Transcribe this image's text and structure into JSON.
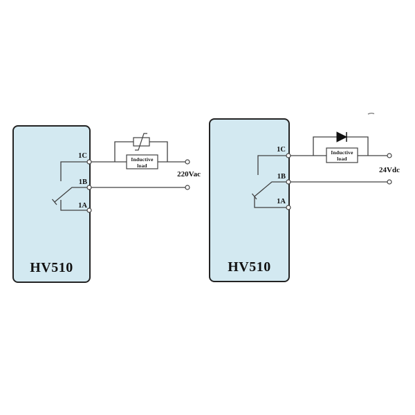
{
  "colors": {
    "box_fill": "#d3e9f1",
    "box_border": "#222222",
    "wire": "#404040",
    "text": "#111111"
  },
  "diagrams": [
    {
      "device_label": "HV510",
      "terminal_labels": {
        "c": "1C",
        "b": "1B",
        "a": "1A"
      },
      "load_label": {
        "line1": "Inductive",
        "line2": "load"
      },
      "supply_label": "220Vac",
      "protection_device": "varistor"
    },
    {
      "device_label": "HV510",
      "terminal_labels": {
        "c": "1C",
        "b": "1B",
        "a": "1A"
      },
      "load_label": {
        "line1": "Inductive",
        "line2": "load"
      },
      "supply_label": "24Vdc",
      "protection_device": "diode"
    }
  ]
}
